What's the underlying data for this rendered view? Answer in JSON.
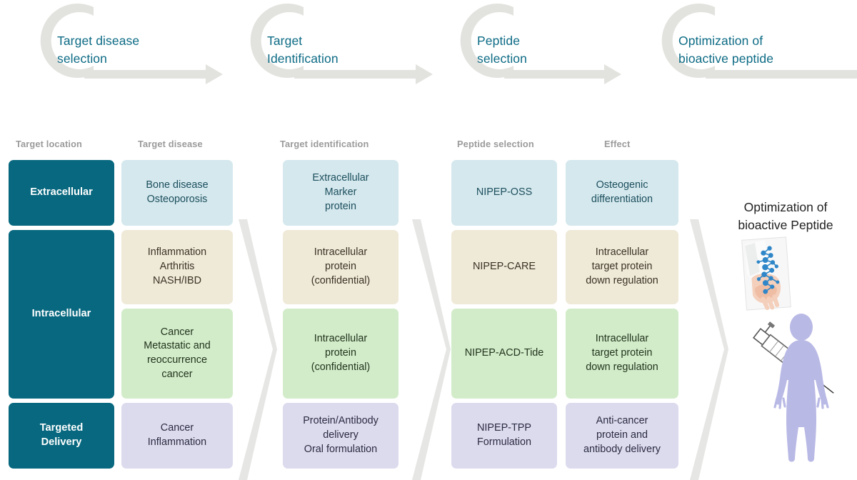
{
  "process_flow": {
    "steps": [
      {
        "label": "Target disease\nselection"
      },
      {
        "label": "Target\nIdentification"
      },
      {
        "label": "Peptide\nselection"
      },
      {
        "label": "Optimization of\nbioactive peptide"
      }
    ]
  },
  "matrix": {
    "columns": [
      {
        "key": "target_location",
        "header": "Target location"
      },
      {
        "key": "target_disease",
        "header": "Target disease"
      },
      {
        "key": "target_identification",
        "header": "Target identification"
      },
      {
        "key": "peptide_selection",
        "header": "Peptide selection"
      },
      {
        "key": "effect",
        "header": "Effect"
      }
    ],
    "locations": [
      {
        "label": "Extracellular",
        "tone": "blue"
      },
      {
        "label": "Intracellular",
        "tone": "green"
      },
      {
        "label": "Targeted\nDelivery",
        "tone": "purple"
      }
    ],
    "rows": [
      {
        "tone": "blue",
        "target_disease": "Bone disease\nOsteoporosis",
        "target_identification": "Extracellular\nMarker\nprotein",
        "peptide_selection": "NIPEP-OSS",
        "effect": "Osteogenic\ndifferentiation"
      },
      {
        "tone": "beige",
        "target_disease": "Inflammation\nArthritis\nNASH/IBD",
        "target_identification": "Intracellular\nprotein\n(confidential)",
        "peptide_selection": "NIPEP-CARE",
        "effect": "Intracellular\ntarget protein\ndown regulation"
      },
      {
        "tone": "green",
        "target_disease": "Cancer\nMetastatic and\nreoccurrence\ncancer",
        "target_identification": "Intracellular\nprotein\n(confidential)",
        "peptide_selection": "NIPEP-ACD-Tide",
        "effect": "Intracellular\ntarget protein\ndown regulation"
      },
      {
        "tone": "purple",
        "target_disease": "Cancer\nInflammation",
        "target_identification": "Protein/Antibody\ndelivery\nOral formulation",
        "peptide_selection": "NIPEP-TPP\nFormulation",
        "effect": "Anti-cancer\nprotein and\nantibody delivery"
      }
    ]
  },
  "outcome": {
    "title": "Optimization of\nbioactive Peptide",
    "art": [
      "hand-molecule-photo-icon",
      "syringe-icon",
      "human-body-silhouette-icon"
    ]
  },
  "colors": {
    "brand_teal": "#07687f",
    "flow_text": "#0d6b85",
    "flow_ring": "#e2e2de",
    "header_gray": "#9b9b9b",
    "tone_blue": "#d4e8ed",
    "tone_beige": "#efe9d8",
    "tone_green": "#d2ecc9",
    "tone_purple": "#dcdbee",
    "chevron_gray": "#e6e6e4"
  }
}
